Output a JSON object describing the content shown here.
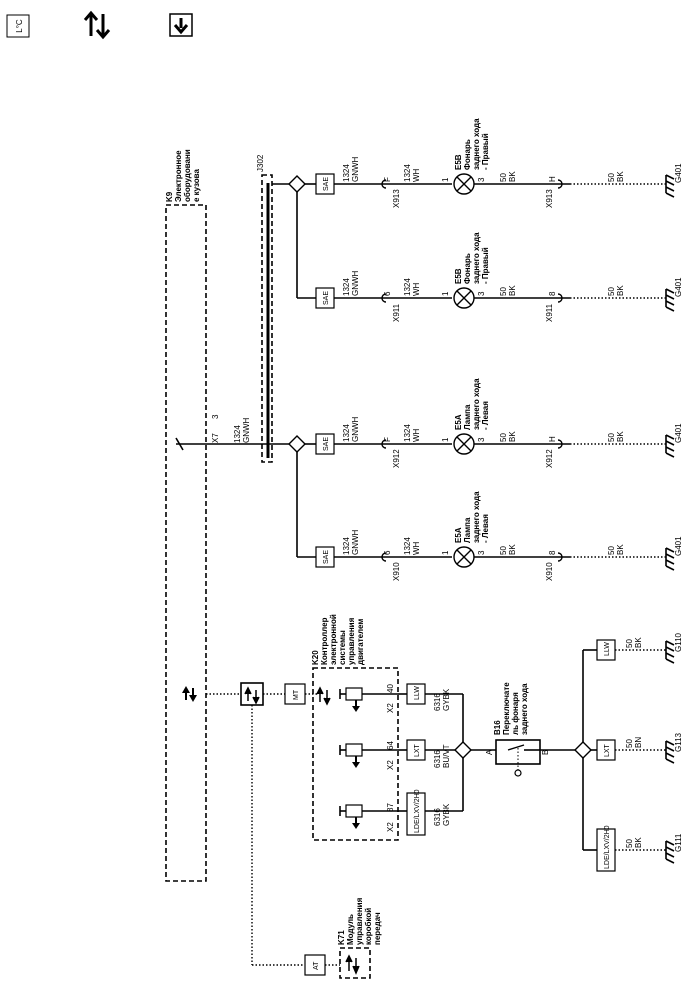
{
  "toolbar": {
    "icons": [
      "location-icon",
      "connector-swap-icon",
      "download-arrow-icon"
    ],
    "location_glyph": "L°C"
  },
  "modules": {
    "k9": {
      "ref": "K9",
      "name": [
        "Электронное",
        "оборудовани",
        "е кузова"
      ]
    },
    "k20": {
      "ref": "K20",
      "name": [
        "Контроллер",
        "электронной",
        "системы",
        "управления",
        "двигателем"
      ]
    },
    "k71": {
      "ref": "K71",
      "name": [
        "Модуль",
        "управления",
        "коробкой",
        "передач"
      ]
    },
    "b16": {
      "ref": "B16",
      "name": [
        "Переключате",
        "ль фонаря",
        "заднего хода"
      ],
      "pin_a": "A",
      "pin_b": "B"
    },
    "j302": "J302"
  },
  "lamps": [
    {
      "ref": "E5B",
      "name": [
        "Фонарь",
        "заднего хода",
        "- Правый"
      ]
    },
    {
      "ref": "E5B",
      "name": [
        "Фонарь",
        "заднего хода",
        "- Правый"
      ]
    },
    {
      "ref": "E5A",
      "name": [
        "Лампа",
        "заднего хода",
        "- Левая"
      ]
    },
    {
      "ref": "E5A",
      "name": [
        "Лампа",
        "заднего хода",
        "- Левая"
      ]
    }
  ],
  "lamp_pins": {
    "in": "1",
    "out": "3"
  },
  "connectors": {
    "x7": "X7",
    "x7_pin": "3",
    "x913": "X913",
    "x911": "X911",
    "x912": "X912",
    "x910": "X910",
    "x2": "X2",
    "pin_f": "F",
    "pin_h": "H",
    "pin_6": "6",
    "pin_8": "8",
    "pin_87": "87",
    "pin_64": "64",
    "pin_40": "40"
  },
  "option_boxes": {
    "sae": "SAE",
    "mt": "MT",
    "at": "AT",
    "ldx": "LDE/LXV/2H0",
    "lxt": "LXT",
    "llw": "LLW"
  },
  "wires": {
    "c1324": "1324",
    "c50": "50",
    "c6316": "6316",
    "gnwh": "GNWH",
    "wh": "WH",
    "bk": "BK",
    "bn": "BN",
    "gybk": "GYBK",
    "buvt": "BU/VT"
  },
  "grounds": {
    "g401": "G401",
    "g111": "G111",
    "g113": "G113",
    "g110": "G110"
  },
  "colors": {
    "line": "#000000",
    "background": "#ffffff"
  }
}
